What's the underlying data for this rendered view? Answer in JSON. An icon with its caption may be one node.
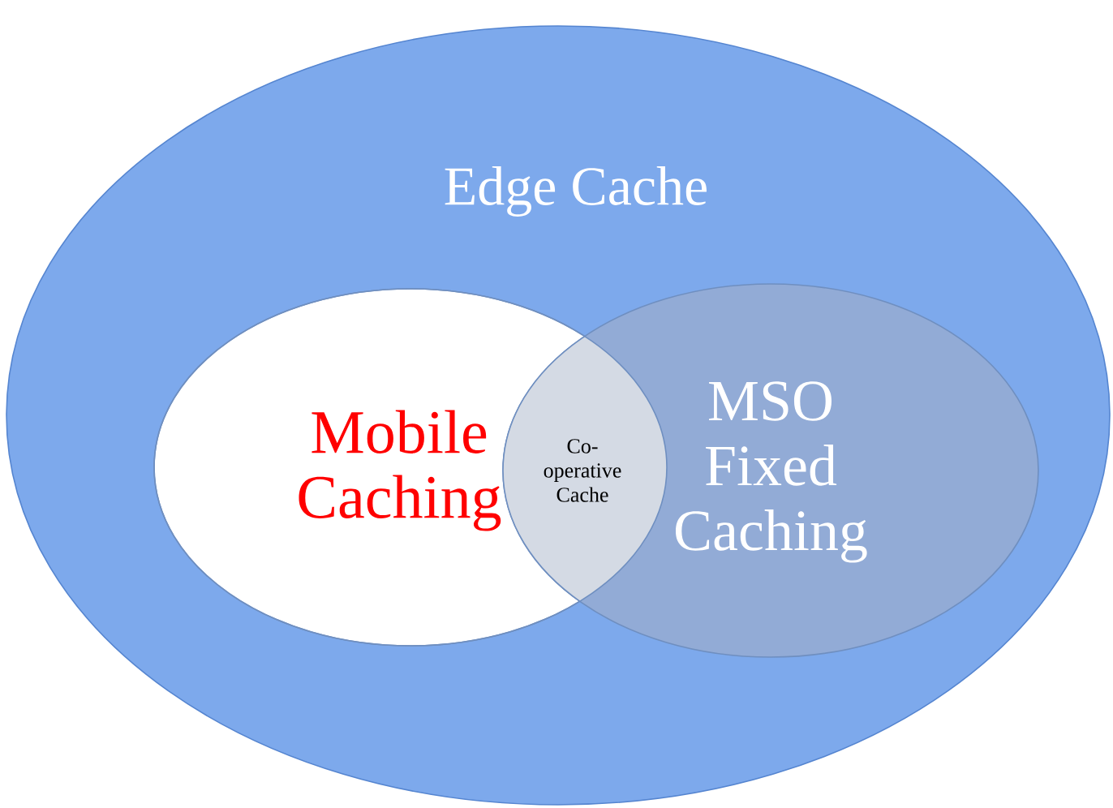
{
  "diagram": {
    "nodes": [
      {
        "text": [
          "Edge Cache"
        ]
      },
      {
        "text": [
          "Mobile Caching"
        ],
        "in": 0
      },
      {
        "text": [
          "MSO Fixed Caching"
        ],
        "in": 0
      },
      {
        "text": [
          "Co-operative Cache"
        ],
        "in": 0
      }
    ]
  }
}
